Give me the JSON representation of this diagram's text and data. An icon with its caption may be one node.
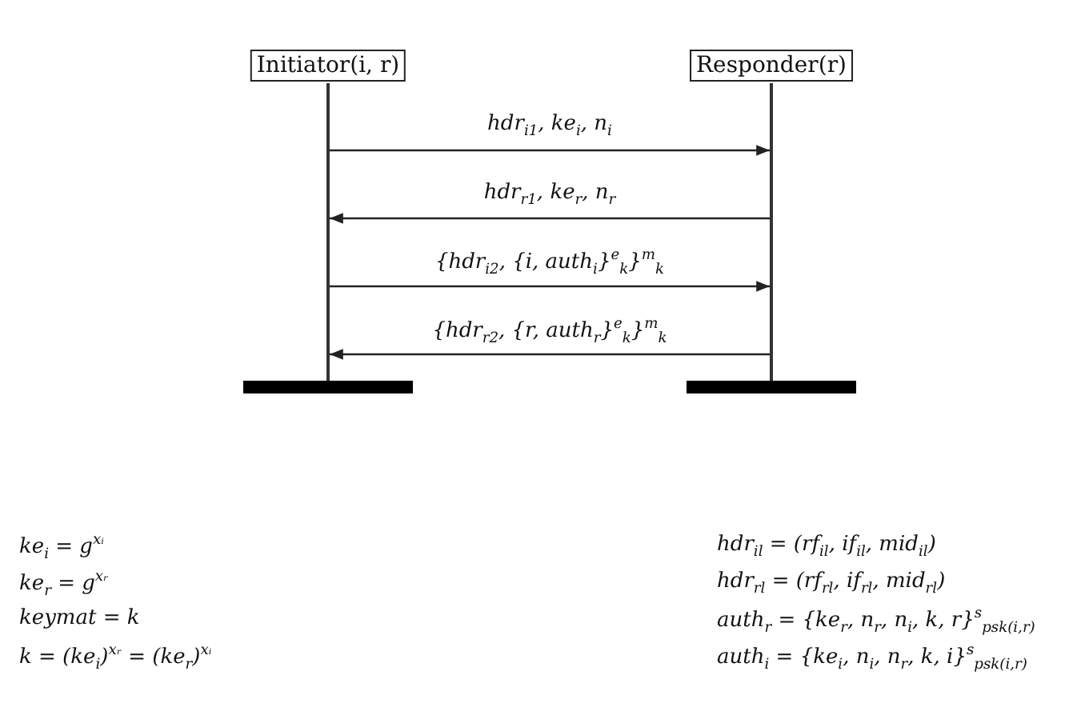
{
  "diagram": {
    "nodes": [
      {
        "text": [
          "Initiator(i, r)"
        ]
      },
      {
        "text": [
          "Responder(r)"
        ]
      }
    ],
    "edges": [
      {
        "from": 0,
        "to": 1,
        "arrow": "to",
        "label": "hdr$_{i1}$, ke$_{i}$, n$_{i}$"
      },
      {
        "from": 1,
        "to": 0,
        "arrow": "to",
        "label": "hdr$_{r1}$, ke$_{r}$, n$_{r}$"
      },
      {
        "from": 0,
        "to": 1,
        "arrow": "to",
        "label": "{hdr$_{i2}$, {i, auth$_{i}$}$^{e}$$_{k}$}$^{m}$$_{k}$"
      },
      {
        "from": 1,
        "to": 0,
        "arrow": "to",
        "label": "{hdr$_{r2}$, {r, auth$_{r}$}$^{e}$$_{k}$}$^{m}$$_{k}$"
      }
    ],
    "labels": [
      "ke$_{i}$ = g$^{xᵢ}$",
      "hdr$_{il}$ = (rf$_{il}$, if$_{il}$, mid$_{il}$)",
      "ke$_{r}$ = g$^{xᵣ}$",
      "hdr$_{rl}$ = (rf$_{rl}$, if$_{rl}$, mid$_{rl}$)",
      "keymat = k",
      "auth$_{r}$ = {ke$_{r}$, n$_{r}$, n$_{i}$, k, r}$^{s}$$_{psk(i,r)}$",
      "k = (ke$_{i}$)$^{xᵣ}$ = (ke$_{r}$)$^{xᵢ}$",
      "auth$_{i}$ = {ke$_{i}$, n$_{i}$, n$_{r}$, k, i}$^{s}$$_{psk(i,r)}$"
    ]
  }
}
